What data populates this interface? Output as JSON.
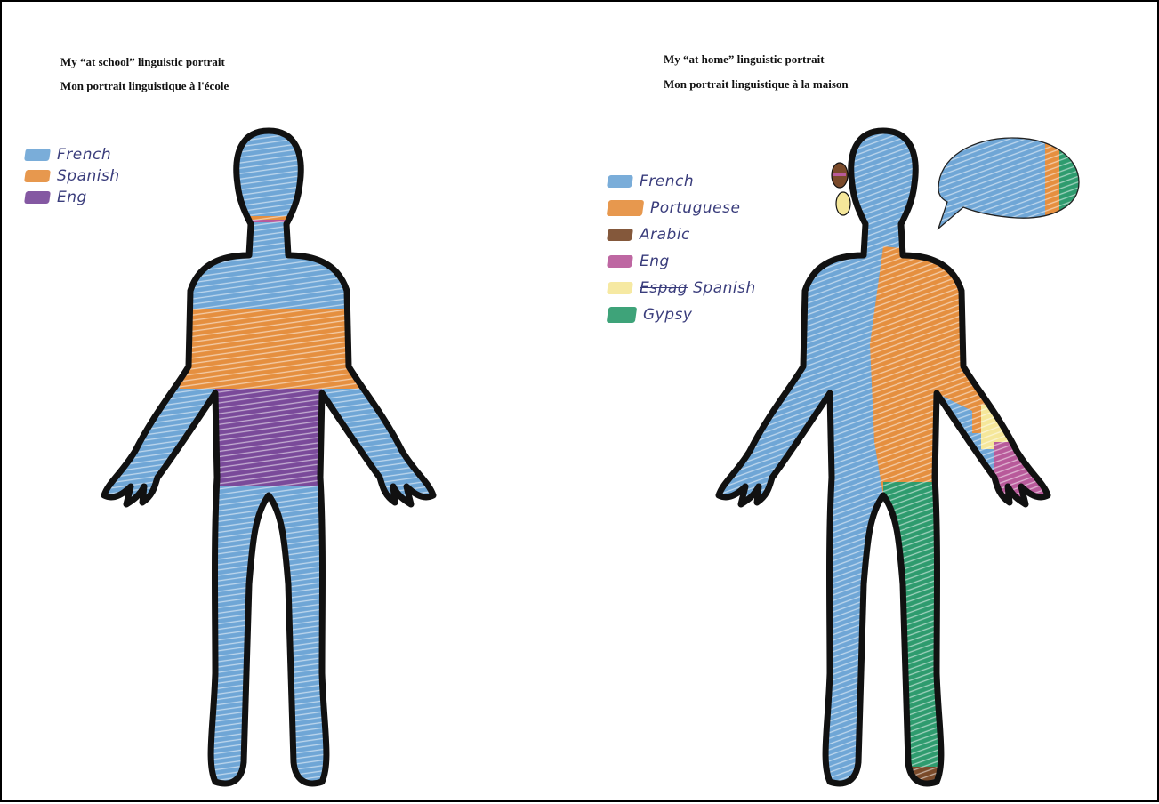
{
  "school_portrait": {
    "title_en": "My “at school” linguistic portrait",
    "title_fr": "Mon portrait linguistique à l'école",
    "legend": [
      {
        "label": "French",
        "color": "#6fa6d6"
      },
      {
        "label": "Spanish",
        "color": "#e58f3f"
      },
      {
        "label": "Eng",
        "color": "#7a4a9a"
      }
    ]
  },
  "home_portrait": {
    "title_en": "My “at home” linguistic portrait",
    "title_fr": "Mon portrait linguistique à la maison",
    "legend": [
      {
        "label": "French",
        "color": "#6fa6d6"
      },
      {
        "label": "Portuguese",
        "color": "#e58f3f"
      },
      {
        "label": "Arabic",
        "color": "#7a4a2a"
      },
      {
        "label": "Eng",
        "color": "#b85a9a"
      },
      {
        "strike": "Espag",
        "label": "Spanish",
        "color": "#f5e79a"
      },
      {
        "label": "Gypsy",
        "color": "#2e9b6e"
      }
    ]
  }
}
